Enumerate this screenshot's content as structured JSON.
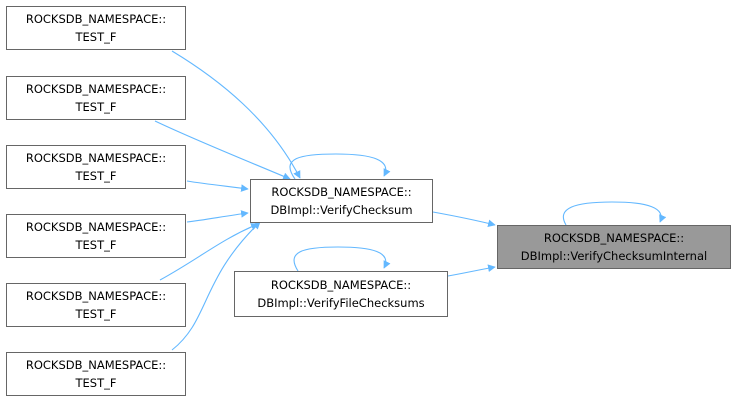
{
  "graph": {
    "nodes": [
      {
        "id": "t1",
        "line1": "ROCKSDB_NAMESPACE::",
        "line2": "TEST_F"
      },
      {
        "id": "t2",
        "line1": "ROCKSDB_NAMESPACE::",
        "line2": "TEST_F"
      },
      {
        "id": "t3",
        "line1": "ROCKSDB_NAMESPACE::",
        "line2": "TEST_F"
      },
      {
        "id": "t4",
        "line1": "ROCKSDB_NAMESPACE::",
        "line2": "TEST_F"
      },
      {
        "id": "t5",
        "line1": "ROCKSDB_NAMESPACE::",
        "line2": "TEST_F"
      },
      {
        "id": "t6",
        "line1": "ROCKSDB_NAMESPACE::",
        "line2": "TEST_F"
      },
      {
        "id": "vc",
        "line1": "ROCKSDB_NAMESPACE::",
        "line2": "DBImpl::VerifyChecksum"
      },
      {
        "id": "vfc",
        "line1": "ROCKSDB_NAMESPACE::",
        "line2": "DBImpl::VerifyFileChecksums"
      },
      {
        "id": "vci",
        "line1": "ROCKSDB_NAMESPACE::",
        "line2": "DBImpl::VerifyChecksumInternal"
      }
    ],
    "edges": [
      {
        "from": "t1",
        "to": "vc"
      },
      {
        "from": "t2",
        "to": "vc"
      },
      {
        "from": "t3",
        "to": "vc"
      },
      {
        "from": "t4",
        "to": "vc"
      },
      {
        "from": "t5",
        "to": "vc"
      },
      {
        "from": "t6",
        "to": "vc"
      },
      {
        "from": "vc",
        "to": "vc"
      },
      {
        "from": "vfc",
        "to": "vfc"
      },
      {
        "from": "vc",
        "to": "vci"
      },
      {
        "from": "vfc",
        "to": "vci"
      },
      {
        "from": "vci",
        "to": "vci"
      }
    ],
    "colors": {
      "edge": "#63b8ff",
      "node_border": "#666666",
      "current_fill": "#999999"
    }
  }
}
